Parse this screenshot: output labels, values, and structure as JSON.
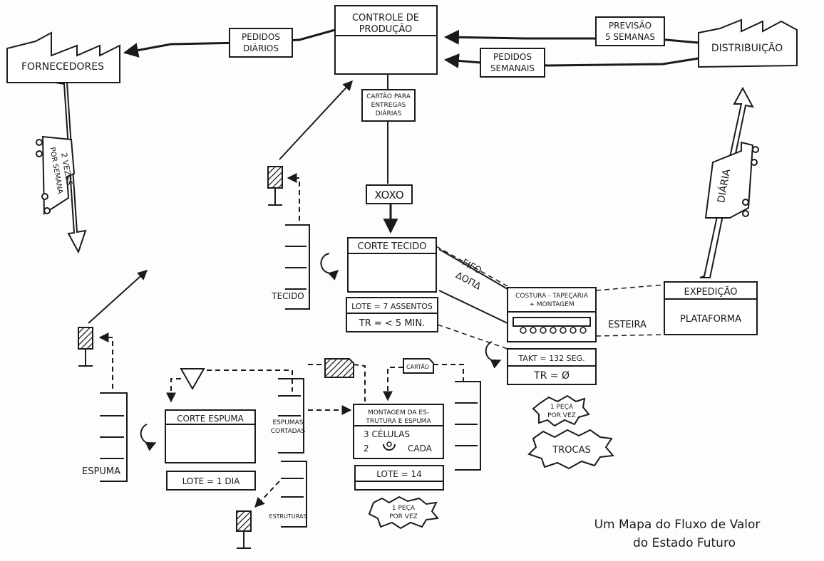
{
  "caption": {
    "line1": "Um Mapa do Fluxo de Valor",
    "line2": "do Estado Futuro"
  },
  "controle_producao": {
    "line1": "CONTROLE DE",
    "line2": "PRODUÇÃO"
  },
  "fornecedores": "FORNECEDORES",
  "distribuicao": "DISTRIBUIÇÃO",
  "pedidos_diarios": {
    "line1": "PEDIDOS",
    "line2": "DIÁRIOS"
  },
  "previsao": {
    "line1": "PREVISÃO",
    "line2": "5 SEMANAS"
  },
  "pedidos_semanais": {
    "line1": "PEDIDOS",
    "line2": "SEMANAIS"
  },
  "cartao_entregas": {
    "line1": "CARTÃO PARA",
    "line2": "ENTREGAS",
    "line3": "DIÁRIAS"
  },
  "truck_supplier": {
    "line1": "2 VEZES",
    "line2": "POR SEMANA"
  },
  "truck_customer": "DIÁRIA",
  "xoxo": "XOXO",
  "corte_tecido": {
    "title": "CORTE TECIDO",
    "lote": "LOTE = 7 ASSENTOS",
    "tr": "TR = < 5 MIN."
  },
  "tecido_label": "TECIDO",
  "fifo": {
    "label": "FIFO",
    "symbols": "ΔOΠΔ"
  },
  "costura": {
    "title_line1": "COSTURA - TAPEÇARIA",
    "title_line2": "+ MONTAGEM",
    "takt": "TAKT = 132 SEG.",
    "tr": "TR = Ø"
  },
  "esteira": "ESTEIRA",
  "expedicao": {
    "title": "EXPEDIÇÃO",
    "body": "PLATAFORMA"
  },
  "corte_espuma": {
    "title": "CORTE ESPUMA",
    "lote": "LOTE = 1 DIA"
  },
  "espuma_label": "ESPUMA",
  "espumas_cortadas": {
    "line1": "ESPUMAS",
    "line2": "CORTADAS"
  },
  "estruturas": "ESTRUTURAS",
  "cartao_small": "CARTÃO",
  "montagem": {
    "title_line1": "MONTAGEM DA ES-",
    "title_line2": "TRUTURA E ESPUMA",
    "celulas": "3  CÉLULAS",
    "cada_num": "2",
    "cada": "CADA",
    "lote": "LOTE = 14"
  },
  "burst_peca_1": {
    "line1": "1 PEÇA",
    "line2": "POR VEZ"
  },
  "burst_peca_2": {
    "line1": "1 PEÇA",
    "line2": "POR VEZ"
  },
  "burst_trocas": "TROCAS"
}
